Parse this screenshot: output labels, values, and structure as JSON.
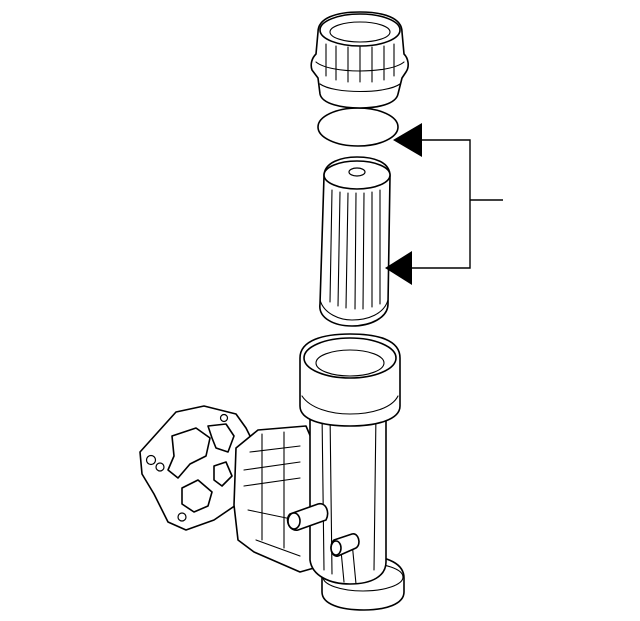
{
  "diagram": {
    "parts": [
      {
        "name": "filter-cap"
      },
      {
        "name": "o-ring-seal"
      },
      {
        "name": "filter-element"
      },
      {
        "name": "filter-housing"
      },
      {
        "name": "housing-mounting-flange"
      }
    ],
    "callout": {
      "targets": [
        "o-ring-seal",
        "filter-element"
      ]
    },
    "colors": {
      "line": "#000000",
      "background": "#ffffff",
      "arrow": "#000000"
    }
  }
}
